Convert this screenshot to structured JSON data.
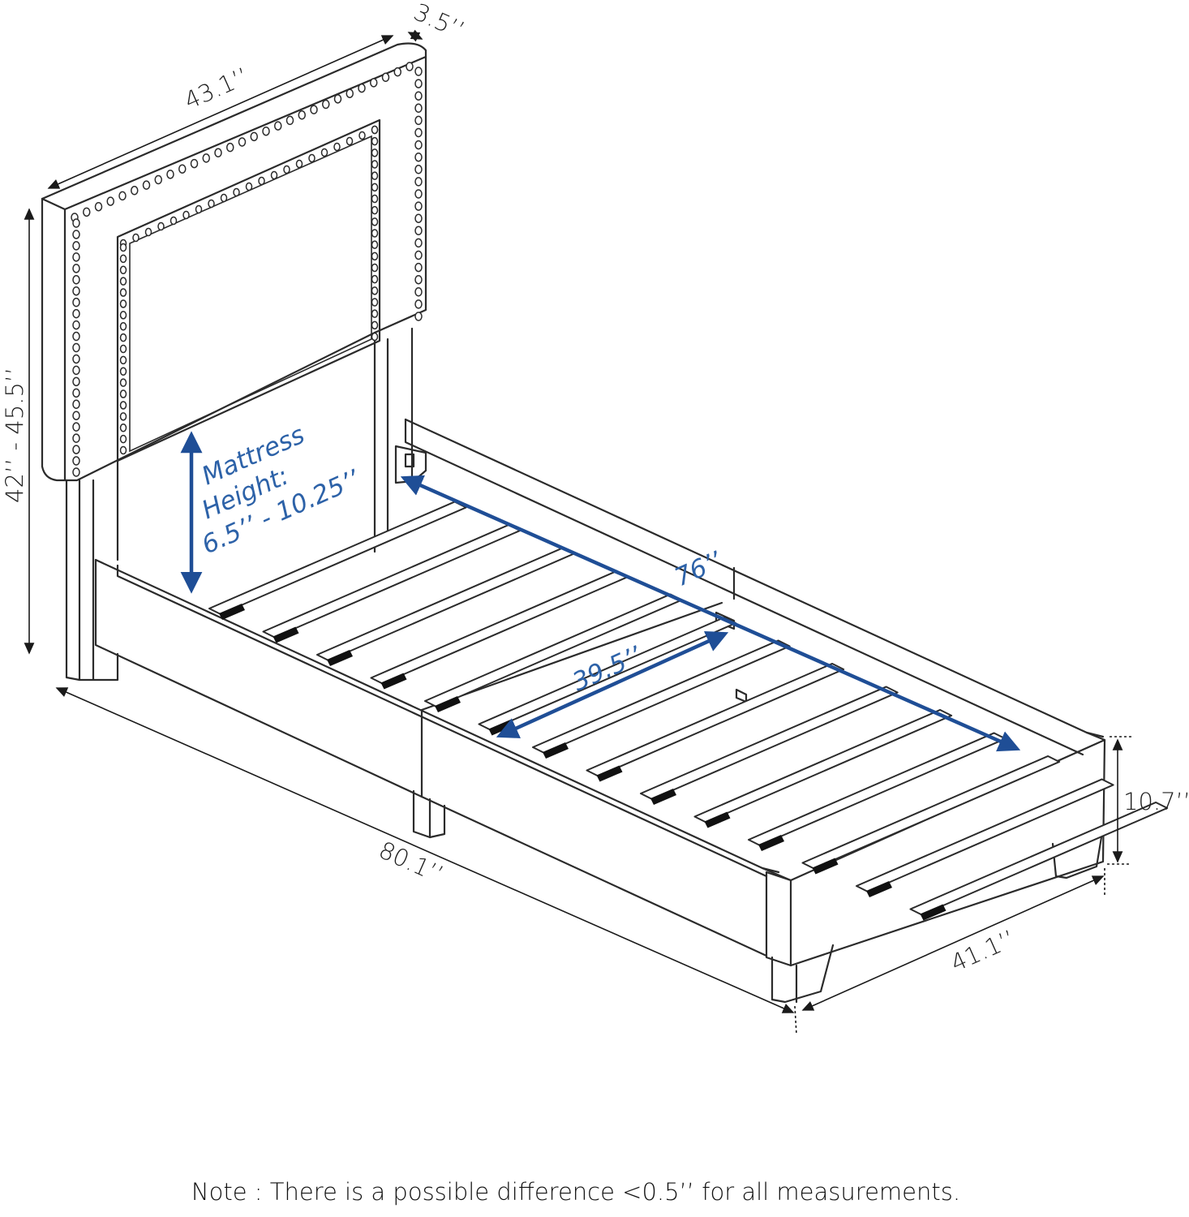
{
  "dimensions": {
    "headboard_width": "43.1’’",
    "headboard_depth": "3.5’’",
    "total_height": "42’’ - 45.5’’",
    "length": "80.1’’",
    "width": "41.1’’",
    "frame_height": "10.7’’",
    "inner_length": "76’’",
    "inner_width": "39.5’’"
  },
  "mattress": {
    "line1": "Mattress",
    "line2": "Height:",
    "line3": "6.5’’ - 10.25’’"
  },
  "note": "Note : There is a possible difference <0.5’’ for all measurements.",
  "colors": {
    "line": "#2b2b2b",
    "accent_blue": "#1f4e96",
    "accent_text": "#2d62a8"
  }
}
